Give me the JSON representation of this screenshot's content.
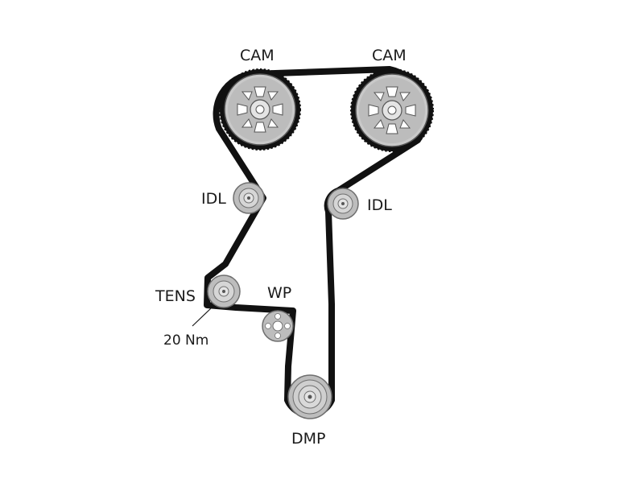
{
  "labels": {
    "cam_left": "CAM",
    "cam_right": "CAM",
    "idl_left": "IDL",
    "idl_right": "IDL",
    "tens": "TENS",
    "wp": "WP",
    "torque": "20 Nm",
    "dmp": "DMP"
  },
  "colors": {
    "belt": "#111111",
    "pulley_fill": "#bdbdbd",
    "pulley_light": "#e4e4e4",
    "pulley_dark": "#6f6f6f",
    "sprocket_fill": "#c9c9c9",
    "sprocket_edge": "#555555",
    "background": "#ffffff"
  }
}
